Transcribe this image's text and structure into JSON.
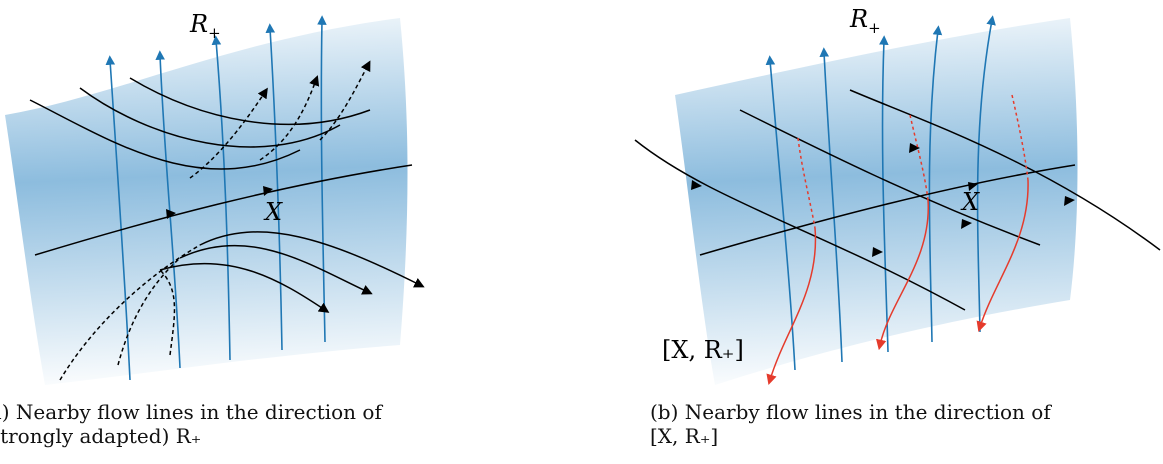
{
  "panel_a": {
    "label_r_plus": "R",
    "label_r_plus_sub": "+",
    "label_x": "X",
    "caption": "(a) Nearby flow lines in the direction of (strongly adapted) R₊"
  },
  "panel_b": {
    "label_r_plus": "R",
    "label_r_plus_sub": "+",
    "label_x": "X",
    "label_bracket": "[X, R₊]",
    "caption": "(b) Nearby flow lines in the direction of [X, R₊]"
  },
  "colors": {
    "surface": "#2f86c3",
    "blue_lines": "#1f77b4",
    "black_lines": "#000000",
    "red_lines": "#e53b2c"
  }
}
